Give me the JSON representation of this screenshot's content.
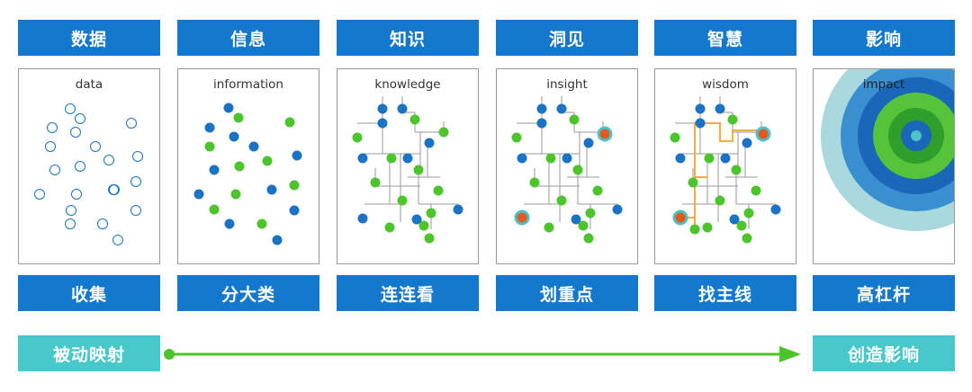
{
  "columns": [
    {
      "title": "数据",
      "panel_label": "data",
      "action": "收集"
    },
    {
      "title": "信息",
      "panel_label": "information",
      "action": "分大类"
    },
    {
      "title": "知识",
      "panel_label": "knowledge",
      "action": "连连看"
    },
    {
      "title": "洞见",
      "panel_label": "insight",
      "action": "划重点"
    },
    {
      "title": "智慧",
      "panel_label": "wisdom",
      "action": "找主线"
    },
    {
      "title": "影响",
      "panel_label": "impact",
      "action": "高杠杆"
    }
  ],
  "flow": {
    "start": "被动映射",
    "end": "创造影响"
  },
  "colors": {
    "header_blue": "#1479cc",
    "dot_blue": "#1a73c4",
    "dot_green": "#4cc42c",
    "highlight_orange": "#e05a22",
    "highlight_ring": "#4fc2c6",
    "path_orange": "#f0a32a",
    "teal": "#47c8cb",
    "arrow_green": "#4cc42c"
  }
}
